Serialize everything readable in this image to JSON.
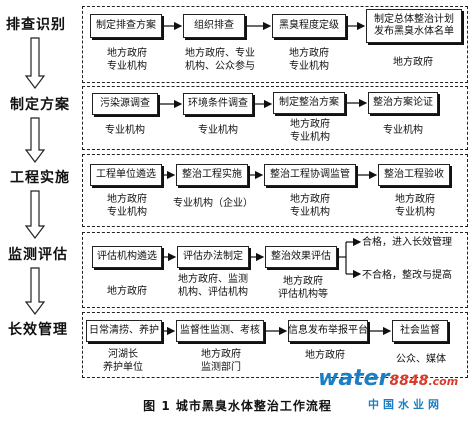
{
  "stages": [
    {
      "label": "排查识别"
    },
    {
      "label": "制定方案"
    },
    {
      "label": "工程实施"
    },
    {
      "label": "监测评估"
    },
    {
      "label": "长效管理"
    }
  ],
  "rows": {
    "r1": {
      "boxes": [
        "制定排查方案",
        "组织排查",
        "黑臭程度定级",
        "制定总体整治计划 发布黑臭水体名单"
      ],
      "notes": [
        "地方政府\n专业机构",
        "地方政府、专业\n机构、公众参与",
        "地方政府\n专业机构",
        "地方政府"
      ]
    },
    "r2": {
      "boxes": [
        "污染源调查",
        "环境条件调查",
        "制定整治方案",
        "整治方案论证"
      ],
      "notes": [
        "专业机构",
        "专业机构",
        "地方政府\n专业机构",
        "专业机构"
      ]
    },
    "r3": {
      "boxes": [
        "工程单位遴选",
        "整治工程实施",
        "整治工程协调监管",
        "整治工程验收"
      ],
      "notes": [
        "地方政府\n专业机构",
        "专业机构（企业）",
        "地方政府\n专业机构",
        "地方政府\n专业机构"
      ]
    },
    "r4": {
      "boxes": [
        "评估机构遴选",
        "评估办法制定",
        "整治效果评估"
      ],
      "notes": [
        "地方政府",
        "地方政府、监测\n机构、评估机构",
        "地方政府\n评估机构等"
      ],
      "outcomes": [
        "合格，进入长效管理",
        "不合格，整改与提高"
      ]
    },
    "r5": {
      "boxes": [
        "日常清捞、养护",
        "监督性监测、考核",
        "信息发布举报平台",
        "社会监督"
      ],
      "notes": [
        "河湖长\n养护单位",
        "地方政府\n监测部门",
        "地方政府",
        "公众、媒体"
      ]
    }
  },
  "caption": "图 1  城市黑臭水体整治工作流程",
  "watermark": {
    "brand": "water",
    "number": "8848",
    "suffix": ".com",
    "cn": "中国水业网"
  }
}
